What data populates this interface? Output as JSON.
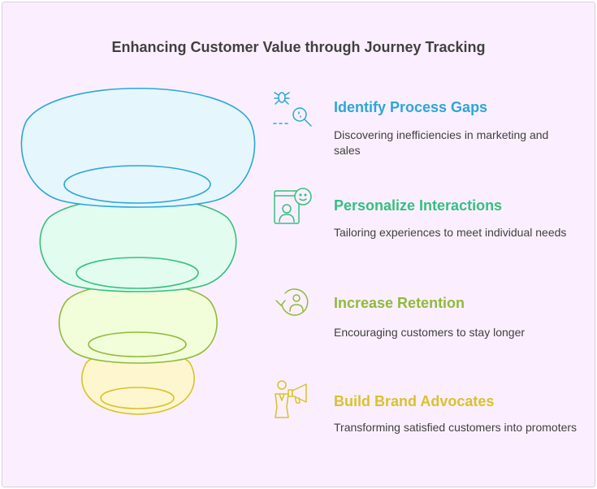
{
  "title": "Enhancing Customer Value through Journey Tracking",
  "colors": {
    "background": "#fbefff",
    "blue": "#2aa7d6",
    "green": "#35c07e",
    "lime": "#8fbb3a",
    "yellow": "#d9c22c"
  },
  "items": [
    {
      "heading": "Identify Process Gaps",
      "description": "Discovering inefficiencies in marketing and sales",
      "icon": "bug-search-icon",
      "color": "#2aa7d6"
    },
    {
      "heading": "Personalize Interactions",
      "description": "Tailoring experiences to meet individual needs",
      "icon": "person-smiley-icon",
      "color": "#35c07e"
    },
    {
      "heading": "Increase Retention",
      "description": "Encouraging customers to stay longer",
      "icon": "returning-user-icon",
      "color": "#8fbb3a"
    },
    {
      "heading": "Build Brand Advocates",
      "description": "Transforming satisfied customers into promoters",
      "icon": "megaphone-person-icon",
      "color": "#d9c22c"
    }
  ]
}
